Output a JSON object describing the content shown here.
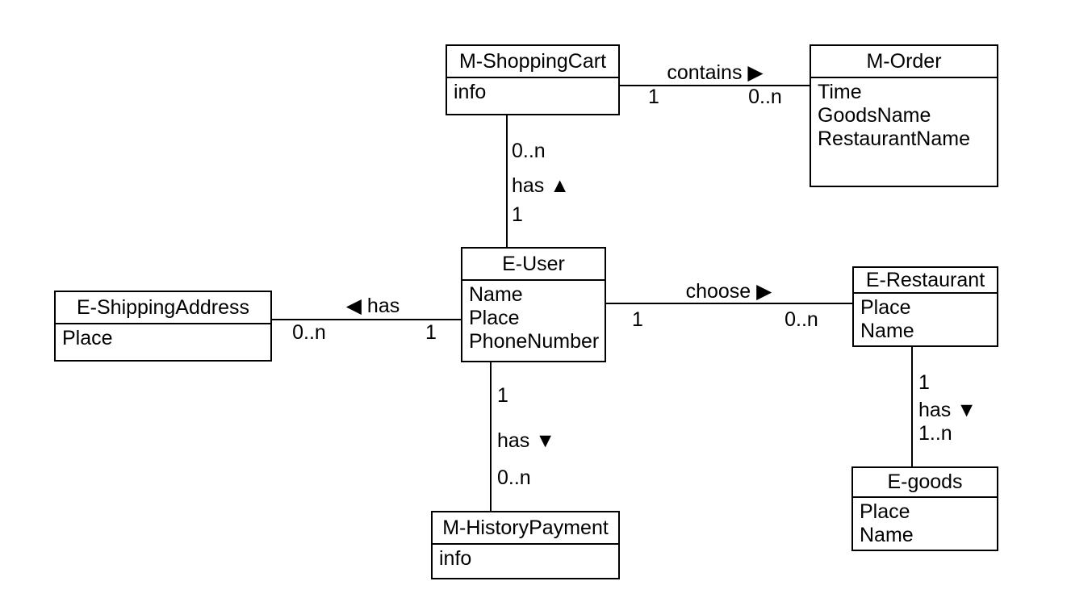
{
  "diagram": {
    "kind": "uml-entity-relationship-diagram",
    "background_color": "#ffffff",
    "line_color": "#000000",
    "text_color": "#000000",
    "entities": [
      {
        "id": "m-shoppingcart",
        "name": "M-ShoppingCart",
        "attributes": [
          "info"
        ]
      },
      {
        "id": "m-order",
        "name": "M-Order",
        "attributes": [
          "Time",
          "GoodsName",
          "RestaurantName"
        ]
      },
      {
        "id": "e-user",
        "name": "E-User",
        "attributes": [
          "Name",
          "Place",
          "PhoneNumber"
        ]
      },
      {
        "id": "e-shippingaddress",
        "name": "E-ShippingAddress",
        "attributes": [
          "Place"
        ]
      },
      {
        "id": "e-restaurant",
        "name": "E-Restaurant",
        "attributes": [
          "Place",
          "Name"
        ]
      },
      {
        "id": "e-goods",
        "name": "E-goods",
        "attributes": [
          "Place",
          "Name"
        ]
      },
      {
        "id": "m-historypayment",
        "name": "M-HistoryPayment",
        "attributes": [
          "info"
        ]
      }
    ],
    "relations": [
      {
        "id": "shoppingcart-contains-order",
        "between": [
          "M-ShoppingCart",
          "M-Order"
        ],
        "label": "contains ▶",
        "mult_left": "1",
        "mult_right": "0..n"
      },
      {
        "id": "user-has-shoppingcart",
        "between": [
          "M-ShoppingCart",
          "E-User"
        ],
        "label": "has ▲",
        "mult_top": "0..n",
        "mult_bottom": "1"
      },
      {
        "id": "shippingaddress-has-user",
        "between": [
          "E-ShippingAddress",
          "E-User"
        ],
        "label": "◀ has",
        "mult_left": "0..n",
        "mult_right": "1"
      },
      {
        "id": "user-choose-restaurant",
        "between": [
          "E-User",
          "E-Restaurant"
        ],
        "label": "choose ▶",
        "mult_left": "1",
        "mult_right": "0..n"
      },
      {
        "id": "restaurant-has-goods",
        "between": [
          "E-Restaurant",
          "E-goods"
        ],
        "label": "has ▼",
        "mult_top": "1",
        "mult_bottom": "1..n"
      },
      {
        "id": "user-has-historypayment",
        "between": [
          "E-User",
          "M-HistoryPayment"
        ],
        "label": "has ▼",
        "mult_top": "1",
        "mult_bottom": "0..n"
      }
    ]
  }
}
